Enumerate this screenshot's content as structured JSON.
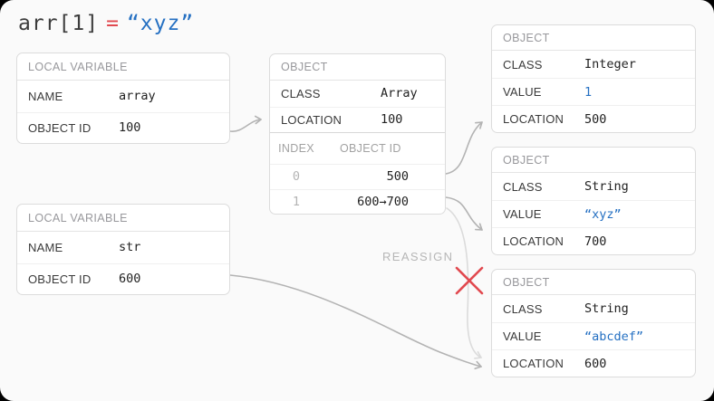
{
  "title": {
    "lhs": "arr[1]",
    "op": "=",
    "rhs": "“xyz”"
  },
  "colors": {
    "accent_red": "#e1494f",
    "accent_blue": "#2570c2",
    "arrow": "#b3b3b3",
    "arrow_faded": "#dbdbdb",
    "page_bg": "#fafafa"
  },
  "annotations": {
    "reassign": "REASSIGN"
  },
  "boxes": {
    "var_array": {
      "header": "LOCAL VARIABLE",
      "rows": [
        {
          "label": "NAME",
          "value": "array"
        },
        {
          "label": "OBJECT ID",
          "value": "100"
        }
      ]
    },
    "obj_array": {
      "header": "OBJECT",
      "rows": [
        {
          "label": "CLASS",
          "value": "Array"
        },
        {
          "label": "LOCATION",
          "value": "100"
        }
      ],
      "table": {
        "col_index": "INDEX",
        "col_object_id": "OBJECT ID",
        "rows": [
          [
            "0",
            "500"
          ],
          [
            "1",
            "600→700"
          ]
        ]
      }
    },
    "obj_integer": {
      "header": "OBJECT",
      "rows": [
        {
          "label": "CLASS",
          "value": "Integer"
        },
        {
          "label": "VALUE",
          "value": "1"
        },
        {
          "label": "LOCATION",
          "value": "500"
        }
      ]
    },
    "obj_string_new": {
      "header": "OBJECT",
      "rows": [
        {
          "label": "CLASS",
          "value": "String"
        },
        {
          "label": "VALUE",
          "value": "“xyz”"
        },
        {
          "label": "LOCATION",
          "value": "700"
        }
      ]
    },
    "obj_string_old": {
      "header": "OBJECT",
      "rows": [
        {
          "label": "CLASS",
          "value": "String"
        },
        {
          "label": "VALUE",
          "value": "“abcdef”"
        },
        {
          "label": "LOCATION",
          "value": "600"
        }
      ]
    },
    "var_str": {
      "header": "LOCAL VARIABLE",
      "rows": [
        {
          "label": "NAME",
          "value": "str"
        },
        {
          "label": "OBJECT ID",
          "value": "600"
        }
      ]
    }
  }
}
